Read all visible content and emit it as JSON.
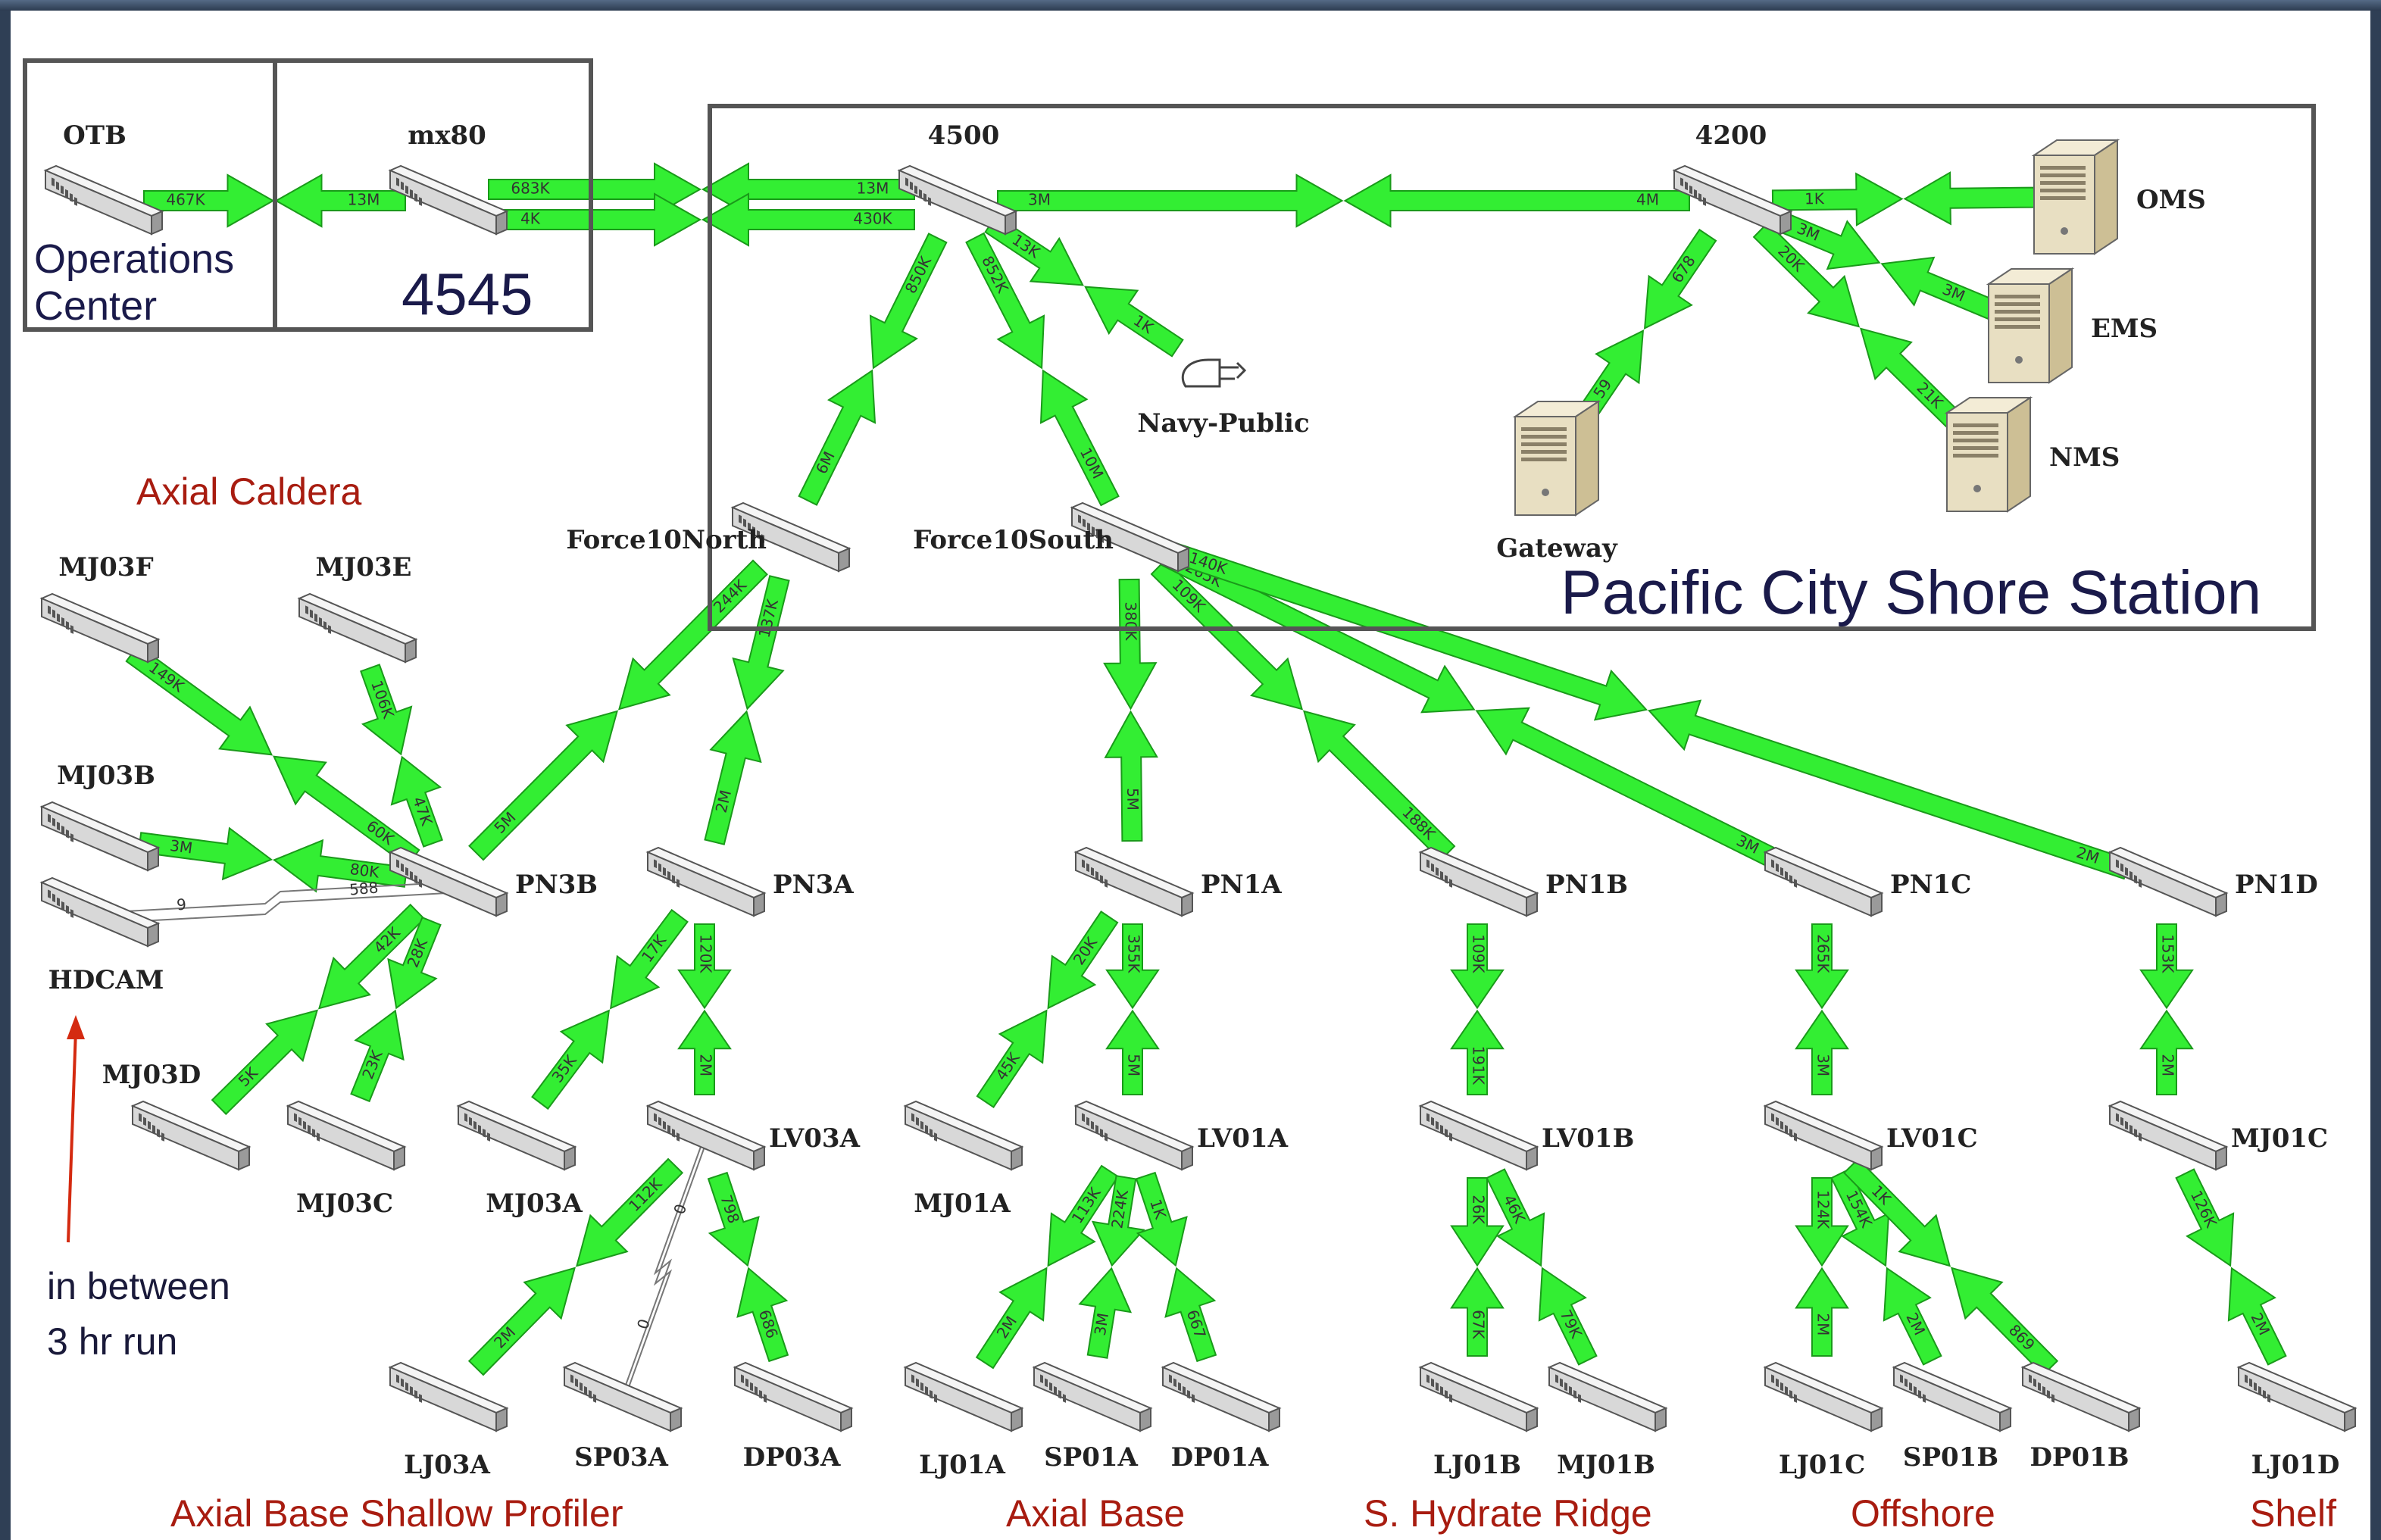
{
  "colors": {
    "link_fill": "#33ee33",
    "link_stroke": "#1a9a1a",
    "region_text": "#a81c10",
    "box_stroke": "#555555",
    "background_frame": "#2f3f55"
  },
  "boxes": {
    "operations_center": "Operations\nCenter",
    "mx80_group": "4545",
    "shore_station": "Pacific City Shore Station"
  },
  "regions": {
    "axial_caldera": "Axial Caldera",
    "axial_base_shallow_profiler": "Axial Base Shallow Profiler",
    "axial_base": "Axial Base",
    "hydrate_ridge": "S. Hydrate Ridge",
    "offshore": "Offshore",
    "shelf": "Shelf"
  },
  "note": {
    "line1": "in between",
    "line2": "3 hr run"
  },
  "nodes": {
    "OTB": "OTB",
    "mx80": "mx80",
    "n4500": "4500",
    "n4200": "4200",
    "OMS": "OMS",
    "EMS": "EMS",
    "NMS": "NMS",
    "Gateway": "Gateway",
    "Navy": "Navy-Public",
    "F10N": "Force10North",
    "F10S": "Force10South",
    "MJ03F": "MJ03F",
    "MJ03E": "MJ03E",
    "MJ03B": "MJ03B",
    "HDCAM": "HDCAM",
    "MJ03D": "MJ03D",
    "MJ03C": "MJ03C",
    "PN3B": "PN3B",
    "PN3A": "PN3A",
    "MJ03A": "MJ03A",
    "LV03A": "LV03A",
    "LJ03A": "LJ03A",
    "SP03A": "SP03A",
    "DP03A": "DP03A",
    "PN1A": "PN1A",
    "MJ01A": "MJ01A",
    "LV01A": "LV01A",
    "LJ01A": "LJ01A",
    "SP01A": "SP01A",
    "DP01A": "DP01A",
    "PN1B": "PN1B",
    "LV01B": "LV01B",
    "LJ01B": "LJ01B",
    "MJ01B": "MJ01B",
    "PN1C": "PN1C",
    "LV01C": "LV01C",
    "LJ01C": "LJ01C",
    "SP01B": "SP01B",
    "DP01B": "DP01B",
    "PN1D": "PN1D",
    "MJ01C": "MJ01C",
    "LJ01D": "LJ01D"
  },
  "links": [
    {
      "id": "otb-mx80",
      "a": "467K",
      "b": "13M"
    },
    {
      "id": "mx80-4500-a",
      "a": "683K",
      "b": "13M"
    },
    {
      "id": "mx80-4500-b",
      "a": "4K",
      "b": "430K"
    },
    {
      "id": "4500-4200",
      "a": "3M",
      "b": "4M"
    },
    {
      "id": "4200-oms",
      "a": "1K",
      "b": ""
    },
    {
      "id": "4200-ems",
      "a": "3M",
      "b": "3M"
    },
    {
      "id": "4200-nms",
      "a": "20K",
      "b": "21K"
    },
    {
      "id": "4200-gateway",
      "a": "678",
      "b": "59"
    },
    {
      "id": "4500-navy",
      "a": "13K",
      "b": "1K"
    },
    {
      "id": "4500-f10n",
      "a": "850K",
      "b": "6M"
    },
    {
      "id": "4500-f10s",
      "a": "852K",
      "b": "10M"
    },
    {
      "id": "f10n-pn3b",
      "a": "244K",
      "b": "5M"
    },
    {
      "id": "f10n-pn3a",
      "a": "137K",
      "b": "2M"
    },
    {
      "id": "f10s-pn1a",
      "a": "380K",
      "b": "5M"
    },
    {
      "id": "f10s-pn1b",
      "a": "109K",
      "b": "188K"
    },
    {
      "id": "f10s-pn1c",
      "a": "265K",
      "b": "3M"
    },
    {
      "id": "f10s-pn1d",
      "a": "140K",
      "b": "2M"
    },
    {
      "id": "mj03f-pn3b",
      "a": "149K",
      "b": "60K"
    },
    {
      "id": "mj03e-pn3b",
      "a": "106K",
      "b": "47K"
    },
    {
      "id": "mj03b-pn3b",
      "a": "3M",
      "b": "80K"
    },
    {
      "id": "hdcam-pn3b",
      "a": "9",
      "b": "588"
    },
    {
      "id": "mj03d-pn3b",
      "a": "5K",
      "b": "42K"
    },
    {
      "id": "mj03c-pn3b",
      "a": "23K",
      "b": "28K"
    },
    {
      "id": "mj03a-pn3a",
      "a": "35K",
      "b": "17K"
    },
    {
      "id": "pn3a-lv03a",
      "a": "120K",
      "b": "2M"
    },
    {
      "id": "lv03a-lj03a",
      "a": "112K",
      "b": "2M"
    },
    {
      "id": "lv03a-sp03a",
      "a": "0",
      "b": "0"
    },
    {
      "id": "lv03a-dp03a",
      "a": "798",
      "b": "686"
    },
    {
      "id": "mj01a-pn1a",
      "a": "45K",
      "b": "20K"
    },
    {
      "id": "pn1a-lv01a",
      "a": "355K",
      "b": "5M"
    },
    {
      "id": "lv01a-lj01a",
      "a": "113K",
      "b": "2M"
    },
    {
      "id": "lv01a-sp01a",
      "a": "224K",
      "b": "3M"
    },
    {
      "id": "lv01a-dp01a",
      "a": "1K",
      "b": "667"
    },
    {
      "id": "pn1b-lv01b",
      "a": "109K",
      "b": "191K"
    },
    {
      "id": "lv01b-lj01b",
      "a": "26K",
      "b": "67K"
    },
    {
      "id": "lv01b-mj01b",
      "a": "46K",
      "b": "79K"
    },
    {
      "id": "pn1c-lv01c",
      "a": "265K",
      "b": "3M"
    },
    {
      "id": "lv01c-lj01c",
      "a": "124K",
      "b": "2M"
    },
    {
      "id": "lv01c-sp01b",
      "a": "154K",
      "b": "2M"
    },
    {
      "id": "lv01c-dp01b",
      "a": "1K",
      "b": "869"
    },
    {
      "id": "pn1d-mj01c",
      "a": "153K",
      "b": "2M"
    },
    {
      "id": "mj01c-lj01d",
      "a": "126K",
      "b": "2M"
    }
  ]
}
